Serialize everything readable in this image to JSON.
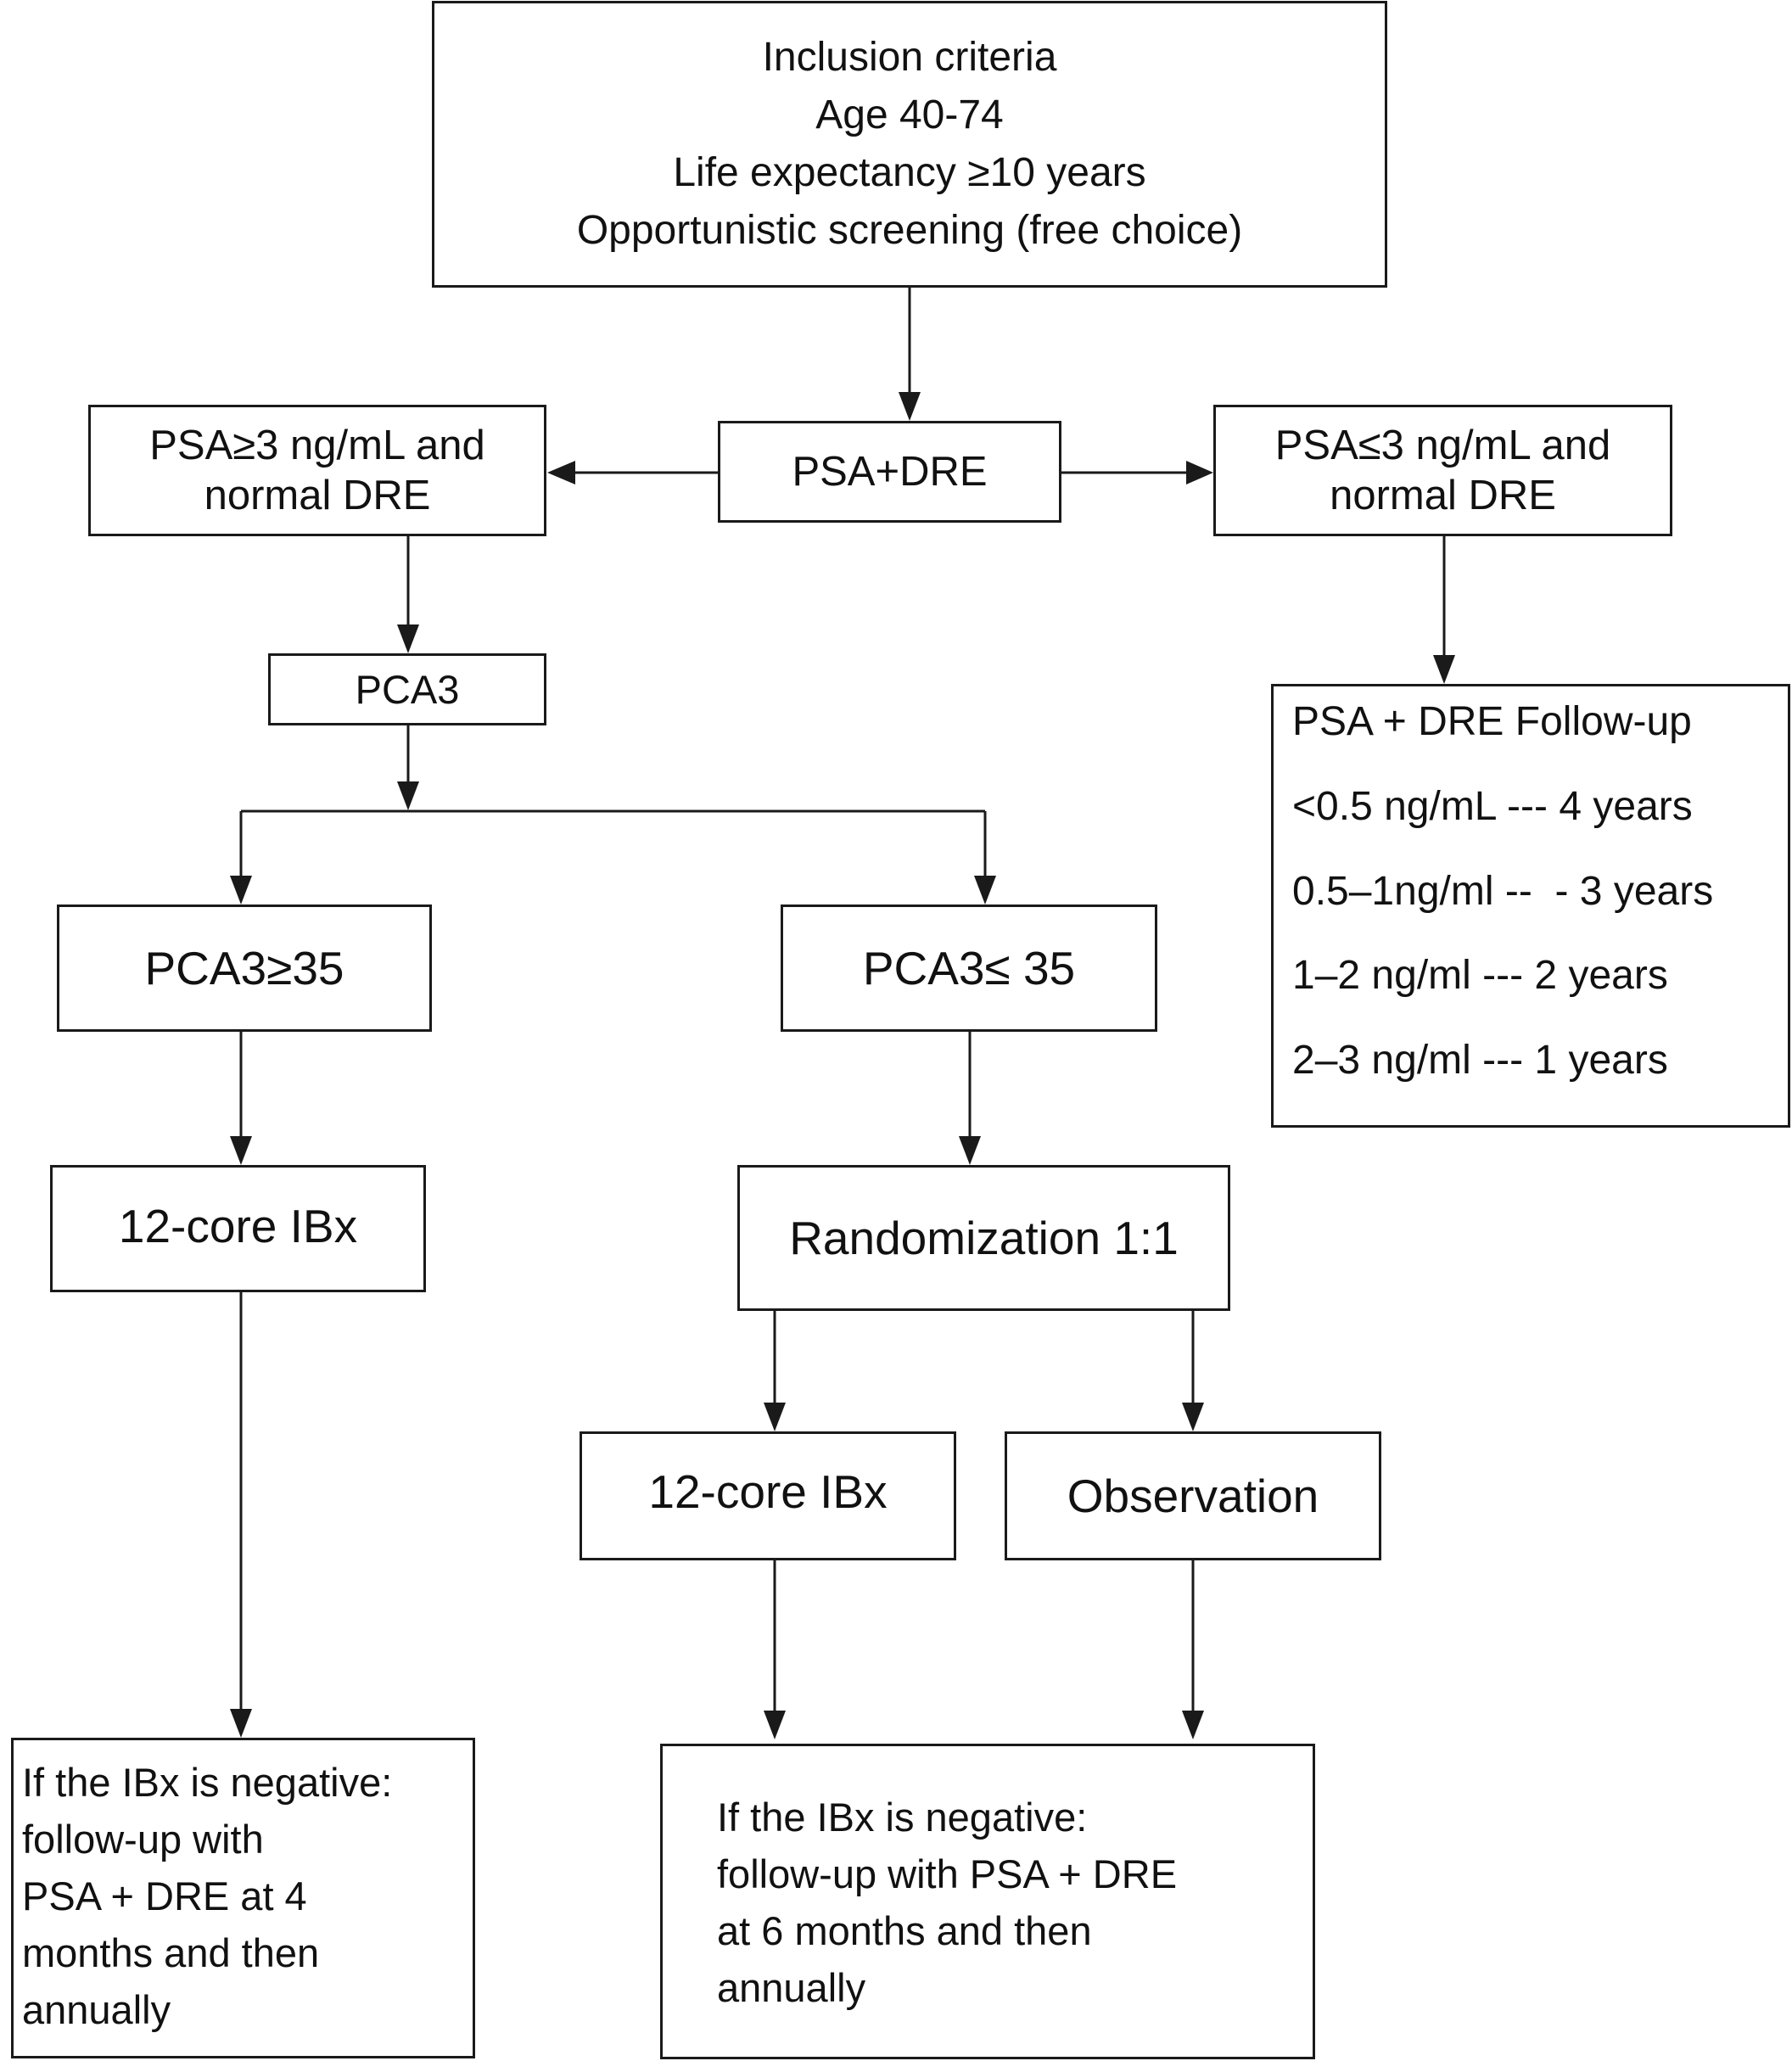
{
  "diagram": {
    "type": "flowchart",
    "boxes": {
      "inclusion": {
        "lines": [
          "Inclusion criteria",
          "Age 40-74",
          "Life expectancy ≥10 years",
          "Opportunistic screening (free choice)"
        ]
      },
      "psa_dre": {
        "lines": [
          "PSA+DRE"
        ]
      },
      "psa_high": {
        "lines": [
          "PSA≥3 ng/mL and",
          "normal DRE"
        ]
      },
      "psa_low": {
        "lines": [
          "PSA≤3 ng/mL and",
          "normal DRE"
        ]
      },
      "pca3": {
        "lines": [
          "PCA3"
        ]
      },
      "followup": {
        "lines": [
          "PSA + DRE Follow-up",
          "<0.5 ng/mL --- 4 years",
          "0.5–1ng/ml --  - 3 years",
          "1–2 ng/ml --- 2 years",
          "2–3 ng/ml --- 1 years"
        ]
      },
      "pca3_high": {
        "lines": [
          "PCA3≥35"
        ]
      },
      "pca3_low": {
        "lines": [
          "PCA3≤ 35"
        ]
      },
      "ibx_left": {
        "lines": [
          "12-core IBx"
        ]
      },
      "randomization": {
        "lines": [
          "Randomization 1:1"
        ]
      },
      "ibx_mid": {
        "lines": [
          "12-core IBx"
        ]
      },
      "observation": {
        "lines": [
          "Observation"
        ]
      },
      "neg_left": {
        "lines": [
          "If the IBx is negative:",
          "follow-up with",
          "PSA + DRE at 4",
          "months and then",
          "annually"
        ]
      },
      "neg_mid": {
        "lines": [
          "If the IBx is negative:",
          "follow-up with PSA + DRE",
          "at 6 months and then",
          "annually"
        ]
      }
    },
    "edges": [
      {
        "from": "inclusion",
        "to": "psa_dre"
      },
      {
        "from": "psa_dre",
        "to": "psa_high"
      },
      {
        "from": "psa_dre",
        "to": "psa_low"
      },
      {
        "from": "psa_high",
        "to": "pca3"
      },
      {
        "from": "psa_low",
        "to": "followup"
      },
      {
        "from": "pca3",
        "to": "pca3_high"
      },
      {
        "from": "pca3",
        "to": "pca3_low"
      },
      {
        "from": "pca3_high",
        "to": "ibx_left"
      },
      {
        "from": "pca3_low",
        "to": "randomization"
      },
      {
        "from": "randomization",
        "to": "ibx_mid"
      },
      {
        "from": "randomization",
        "to": "observation"
      },
      {
        "from": "ibx_left",
        "to": "neg_left"
      },
      {
        "from": "ibx_mid",
        "to": "neg_mid"
      },
      {
        "from": "observation",
        "to": "neg_mid"
      }
    ],
    "colors": {
      "stroke": "#1a1a1a",
      "text": "#111111",
      "background": "#ffffff"
    }
  }
}
